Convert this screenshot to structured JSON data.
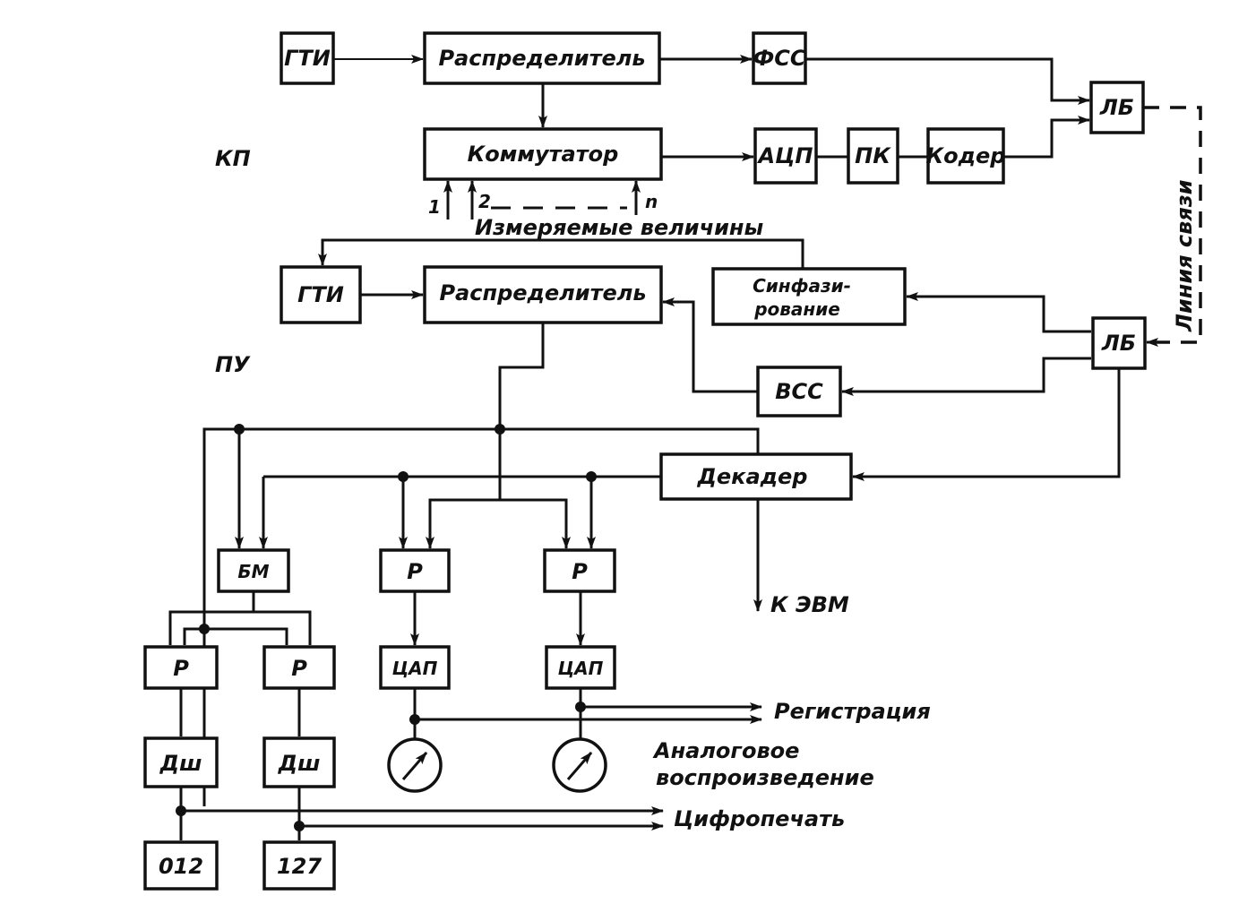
{
  "diagram": {
    "sections": {
      "transmitter": "КП",
      "receiver": "ПУ"
    },
    "transmitter": {
      "gti": "ГТИ",
      "distributor": "Распределитель",
      "fss": "ФСС",
      "commutator": "Коммутатор",
      "adc": "АЦП",
      "pk": "ПК",
      "coder": "Кодер",
      "lb": "ЛБ",
      "inputs": {
        "first": "1",
        "second": "2",
        "last": "n"
      },
      "measured_label": "Измеряемые величины"
    },
    "link_label": "Линия связи",
    "receiver": {
      "gti": "ГТИ",
      "distributor": "Распределитель",
      "sync_line1": "Синфази-",
      "sync_line2": "рование",
      "lb": "ЛБ",
      "vss": "ВСС",
      "decoder": "Декадер",
      "bm": "БМ",
      "r_analog_1": "Р",
      "r_analog_2": "Р",
      "dac_1": "ЦАП",
      "dac_2": "ЦАП",
      "r_digital_1": "Р",
      "r_digital_2": "Р",
      "dsh_1": "Дш",
      "dsh_2": "Дш",
      "display_1": "012",
      "display_2": "127"
    },
    "outputs": {
      "to_computer": "К ЭВМ",
      "registration": "Регистрация",
      "analog_line1": "Аналоговое",
      "analog_line2": "воспроизведение",
      "digital_print": "Цифропечать"
    },
    "icons": {
      "meter": "gauge-meter-icon",
      "junction": "junction-dot-icon",
      "arrow": "arrowhead-icon"
    }
  }
}
